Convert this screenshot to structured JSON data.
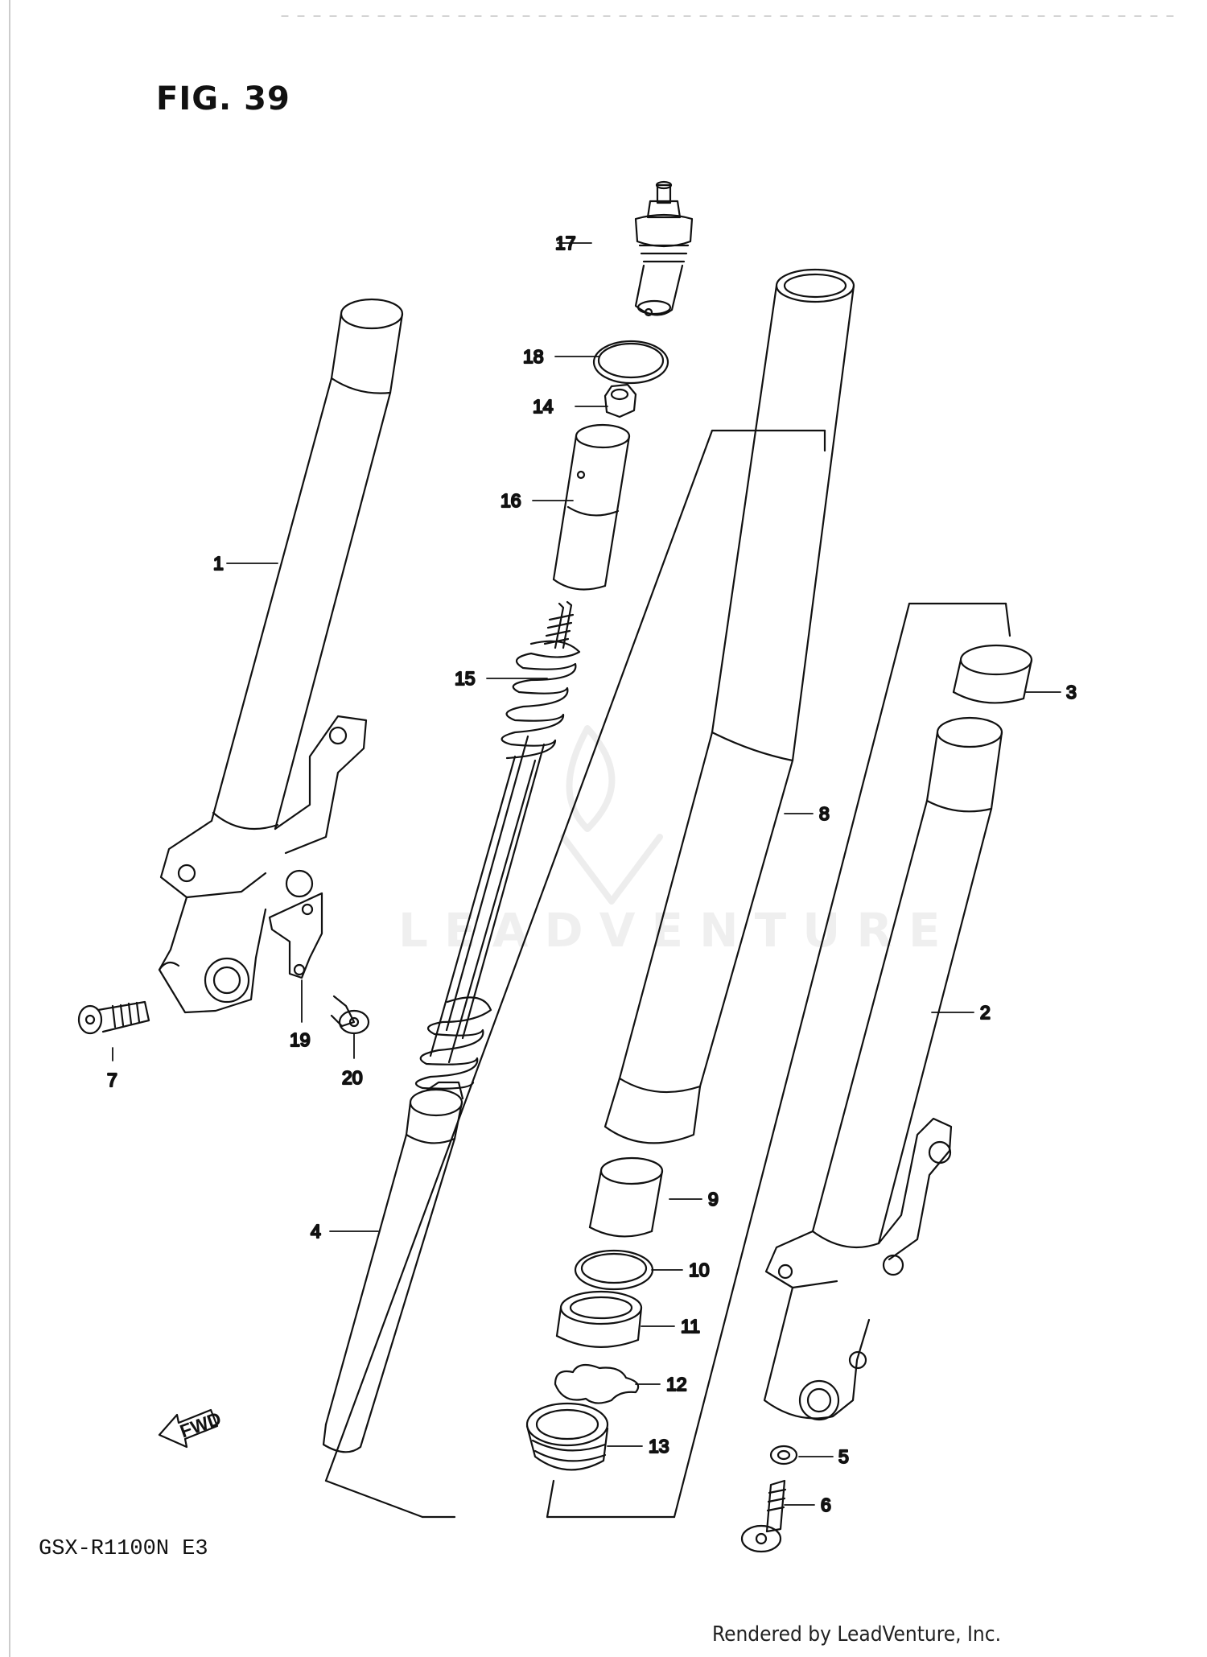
{
  "figure": {
    "title": "FIG. 39",
    "model": "GSX-R1100N E3",
    "credit": "Rendered by LeadVenture, Inc.",
    "watermark": "LEADVENTURE"
  },
  "parts": [
    {
      "ref": "1"
    },
    {
      "ref": "2"
    },
    {
      "ref": "3"
    },
    {
      "ref": "4"
    },
    {
      "ref": "5"
    },
    {
      "ref": "6"
    },
    {
      "ref": "7"
    },
    {
      "ref": "8"
    },
    {
      "ref": "9"
    },
    {
      "ref": "10"
    },
    {
      "ref": "11"
    },
    {
      "ref": "12"
    },
    {
      "ref": "13"
    },
    {
      "ref": "14"
    },
    {
      "ref": "15"
    },
    {
      "ref": "16"
    },
    {
      "ref": "17"
    },
    {
      "ref": "18"
    },
    {
      "ref": "19"
    },
    {
      "ref": "20"
    }
  ],
  "fwd_label": "FWD",
  "colors": {
    "line": "#111111",
    "paper": "#ffffff"
  }
}
